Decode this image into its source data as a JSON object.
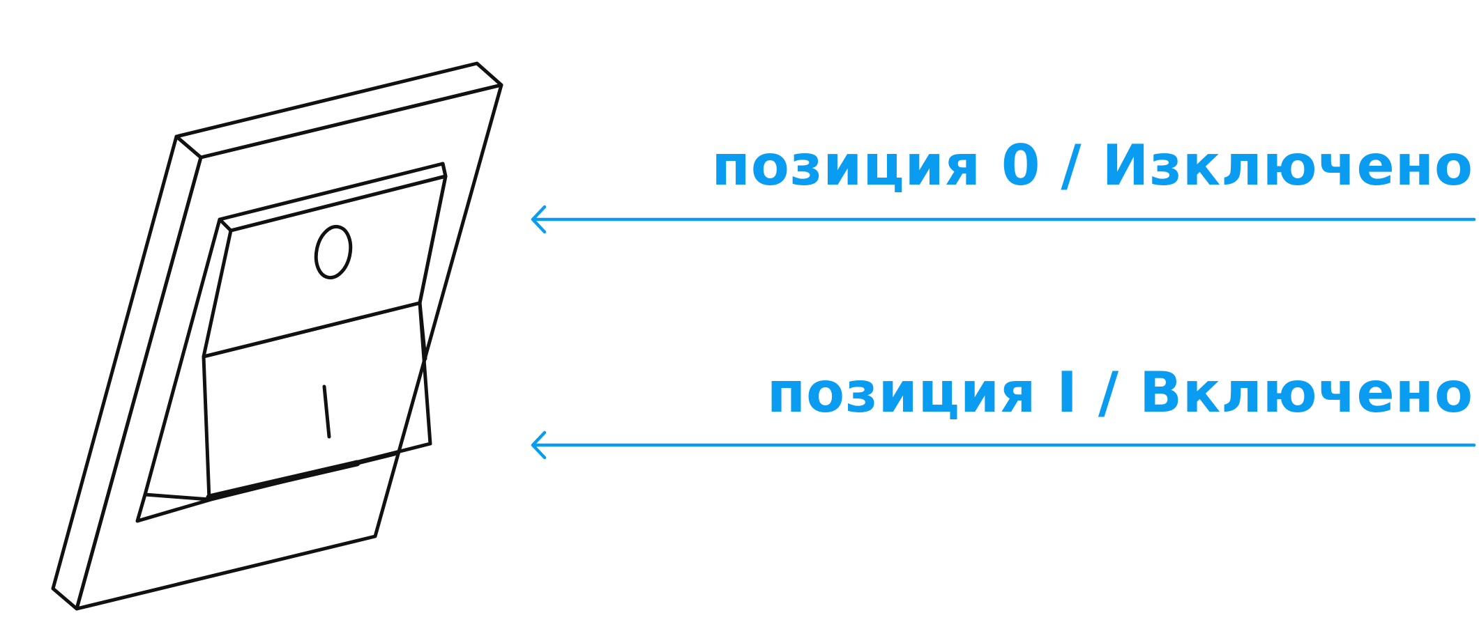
{
  "labels": {
    "off": "позиция 0 / Изключено",
    "on": "позиция I / Включено"
  },
  "switch": {
    "symbol_off": "O",
    "symbol_on": "I"
  },
  "colors": {
    "accent": "#0a9cf0",
    "outline": "#111111",
    "background": "#ffffff"
  },
  "icons": {
    "arrow": "arrow-left-icon"
  }
}
